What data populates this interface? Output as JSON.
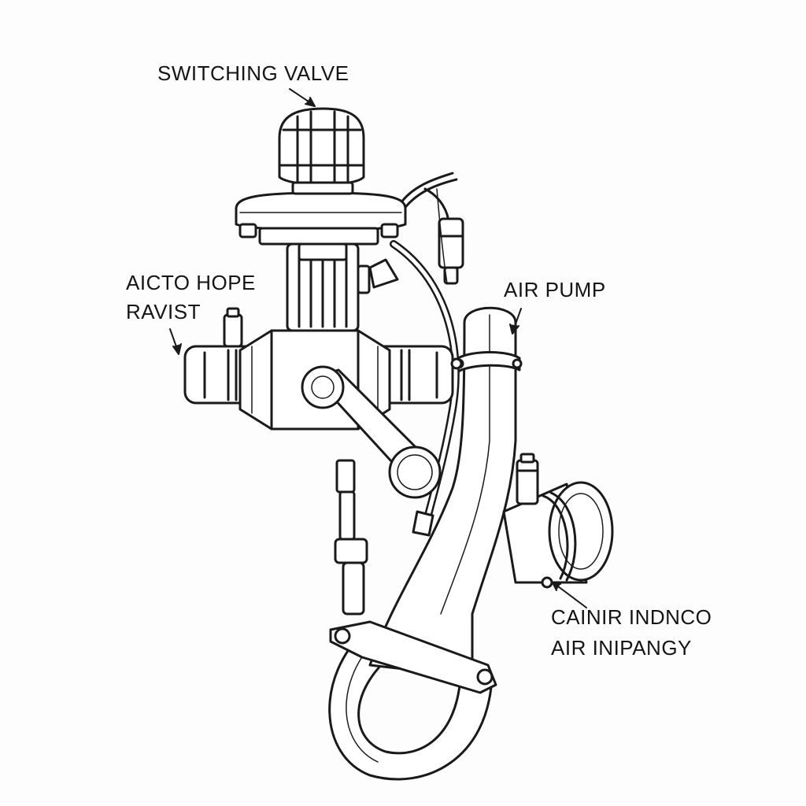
{
  "labels": {
    "switching_valve": "SWITCHING VALVE",
    "aicto_line1": "AICTO HOPE",
    "aicto_line2": "RAVIST",
    "air_pump": "AIR PUMP",
    "cainir_line1": "CAINIR INDNCO",
    "cainir_line2": "AIR INIPANGY"
  },
  "colors": {
    "line": "#1a1a1a",
    "fill": "#ffffff",
    "background": "#fdfdfd"
  }
}
